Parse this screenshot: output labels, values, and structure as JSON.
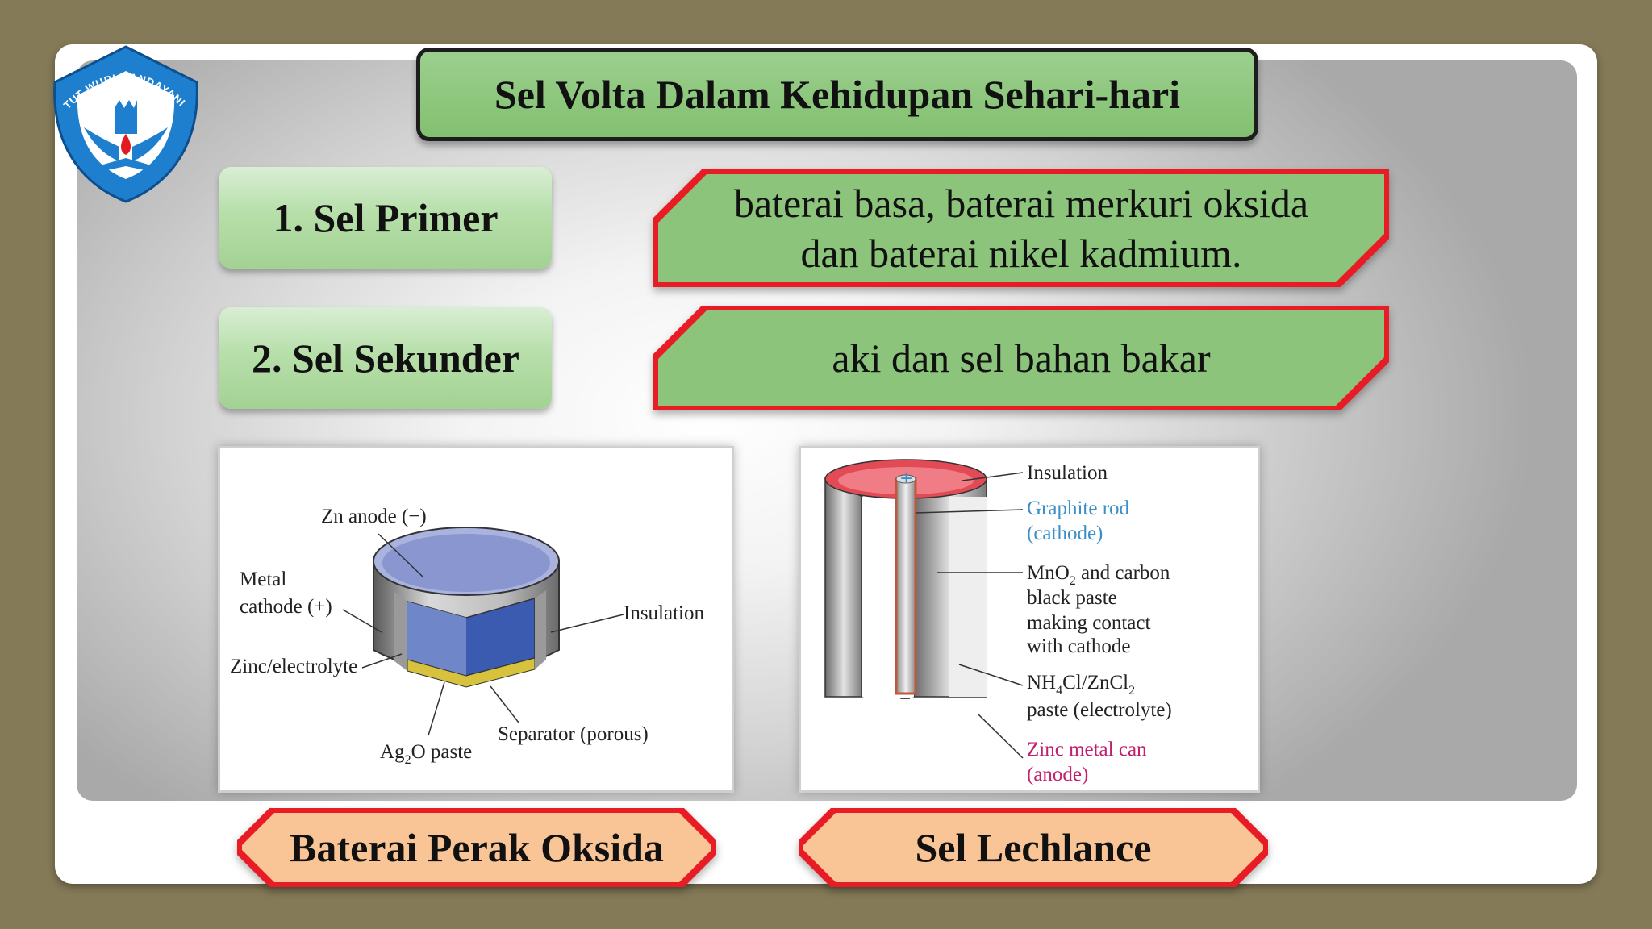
{
  "slide": {
    "title": "Sel Volta Dalam Kehidupan Sehari-hari",
    "logo": {
      "ring_text": "TUT WURI HANDAYANI",
      "icon": "tut-wuri-handayani-emblem"
    }
  },
  "categories": [
    {
      "label": "1. Sel Primer",
      "description_lines": [
        "baterai basa, baterai merkuri oksida",
        "dan baterai nikel kadmium."
      ]
    },
    {
      "label": "2. Sel Sekunder",
      "description_lines": [
        "aki dan sel bahan bakar"
      ]
    }
  ],
  "figures": {
    "silver_oxide": {
      "caption": "Baterai Perak Oksida",
      "labels": {
        "zn_anode": "Zn anode (−)",
        "metal": "Metal",
        "cathode": "cathode (+)",
        "insulation": "Insulation",
        "zinc_electrolyte": "Zinc/electrolyte",
        "separator": "Separator (porous)",
        "ag2o_a": "Ag",
        "ag2o_sub": "2",
        "ag2o_b": "O paste"
      }
    },
    "leclanche": {
      "caption": "Sel Lechlance",
      "labels": {
        "insulation": "Insulation",
        "graphite_1": "Graphite rod",
        "graphite_2": "(cathode)",
        "mno2_a": "MnO",
        "mno2_sub": "2",
        "mno2_b": " and carbon",
        "paste_2": "black paste",
        "paste_3": "making contact",
        "paste_4": "with cathode",
        "nh4_a": "NH",
        "nh4_sub1": "4",
        "nh4_b": "Cl/ZnCl",
        "nh4_sub2": "2",
        "electrolyte": "paste (electrolyte)",
        "zinc_1": "Zinc metal can",
        "zinc_2": "(anode)",
        "plus": "+",
        "minus": "−"
      }
    }
  },
  "colors": {
    "background": "#857a57",
    "title_fill": "#8fc77f",
    "description_fill": "#8cc47b",
    "description_border": "#e81c24",
    "caption_fill": "#f9c496",
    "graphite_label": "#3a8fc6",
    "zinc_label": "#c21f6d",
    "logo_blue": "#1f7fcf"
  }
}
